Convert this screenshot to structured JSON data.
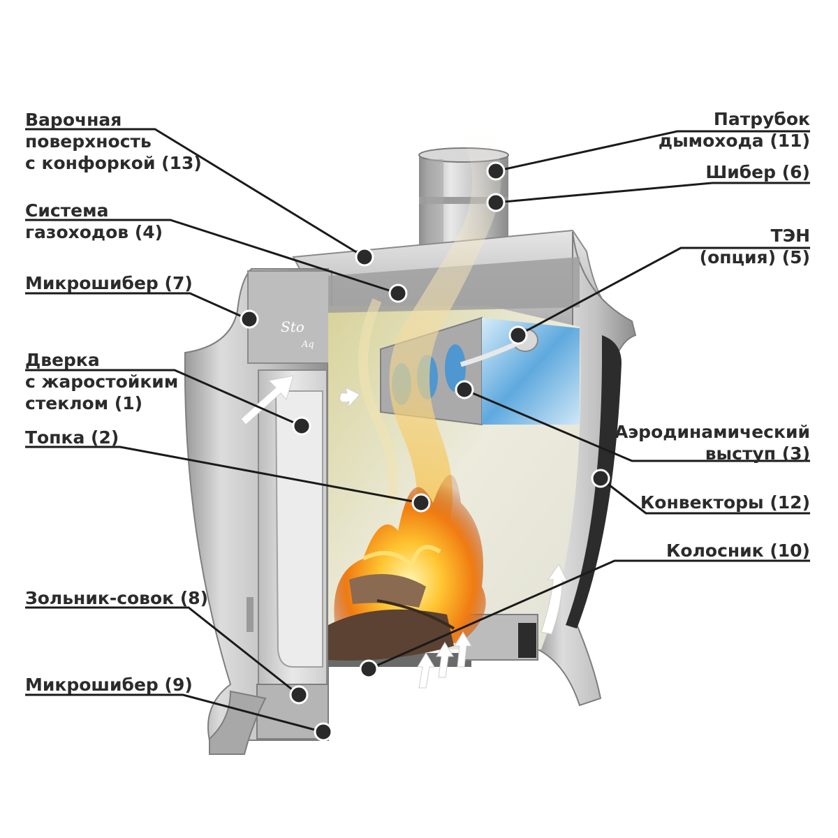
{
  "labels": {
    "cooking_surface": "Варочная\nповерхность\nс конфоркой (13)",
    "flue_system": "Система\nгазоходов (4)",
    "micro_damper_7": "Микрошибер (7)",
    "door": "Дверка\nс жаростойким\nстеклом (1)",
    "firebox": "Топка (2)",
    "ash_pan": "Зольник-совок (8)",
    "micro_damper_9": "Микрошибер (9)",
    "chimney_pipe": "Патрубок\nдымохода (11)",
    "damper_6": "Шибер (6)",
    "heater": "ТЭН\n(опция) (5)",
    "aero_ledge": "Аэродинамический\nвыступ (3)",
    "convectors": "Конвекторы (12)",
    "grate": "Колосник (10)"
  },
  "logo": {
    "line1": "Sto",
    "line2": "Aq"
  },
  "colors": {
    "text": "#2b2b2b",
    "leader": "#1a1a1a",
    "marker": "#2a2a2a",
    "steel": "#c6c6c6",
    "flame": "#f7a21b",
    "water": "#6fb6e6"
  }
}
